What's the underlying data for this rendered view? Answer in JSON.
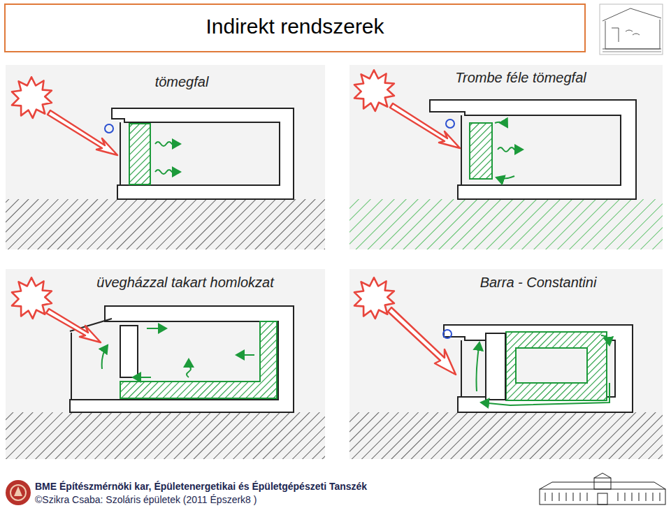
{
  "diagram": {
    "title": "Indirekt rendszerek",
    "labels": [
      "tömegfal",
      "Trombe féle tömegfal",
      "üvegházzal takart homlokzat",
      "Barra - Constantini",
      "BME Építészmérnöki kar, Épületenergetikai és Épületgépészeti Tanszék",
      "©Szikra Csaba: Szoláris épületek (2011 Épszerk8 )"
    ]
  }
}
